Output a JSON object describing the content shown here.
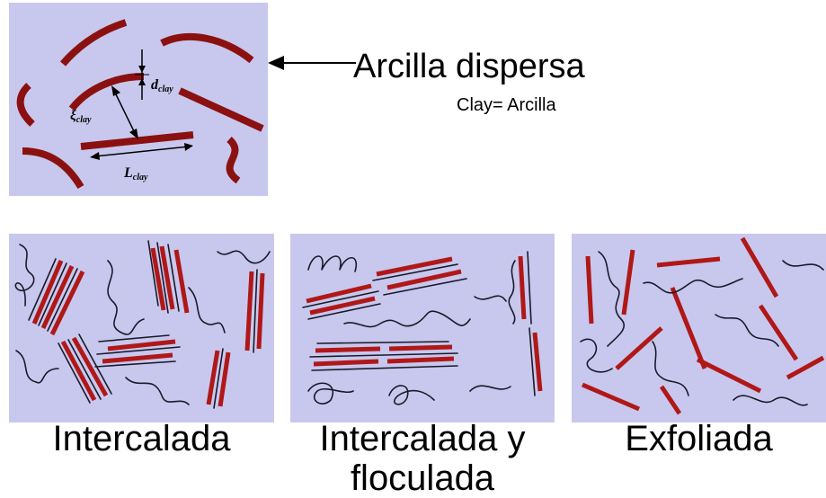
{
  "top_panel": {
    "label_d": "d",
    "label_d_sub": "clay",
    "label_xi": "ξ",
    "label_xi_sub": "clay",
    "label_L": "L",
    "label_L_sub": "clay"
  },
  "title": "Arcilla dispersa",
  "subtitle": "Clay= Arcilla",
  "captions": {
    "intercalated": "Intercalada",
    "flocculated_line1": "Intercalada y",
    "flocculated_line2": "floculada",
    "exfoliated": "Exfoliada"
  },
  "colors": {
    "panel_bg": "#c8c8ee",
    "clay": "#8b1111",
    "polymer": "#1a1a2a"
  }
}
